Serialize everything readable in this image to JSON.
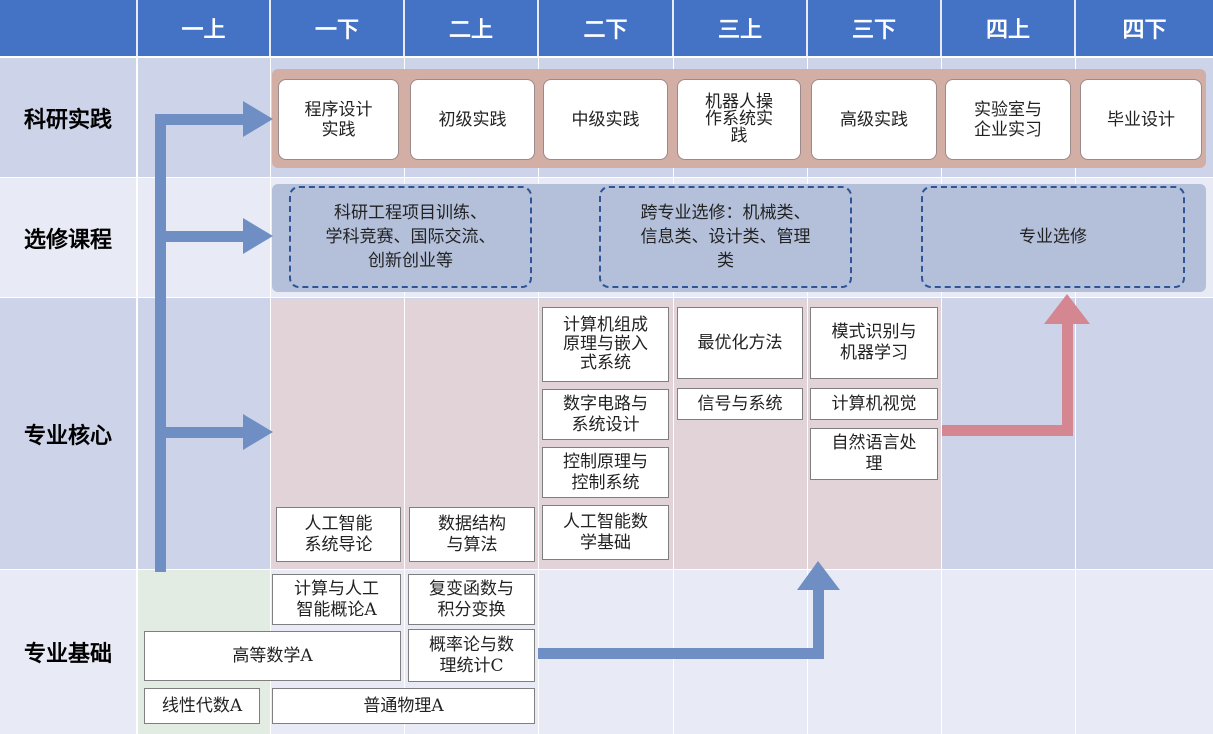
{
  "header": {
    "columns": [
      "一上",
      "一下",
      "二上",
      "二下",
      "三上",
      "三下",
      "四上",
      "四下"
    ]
  },
  "rows": {
    "research": "科研实践",
    "elective": "选修课程",
    "core": "专业核心",
    "foundation": "专业基础"
  },
  "research_courses": [
    "程序设计\n实践",
    "初级实践",
    "中级实践",
    "机器人操\n作系统实\n践",
    "高级实践",
    "实验室与\n企业实习",
    "毕业设计"
  ],
  "elective_groups": {
    "research_projects": "科研工程项目训练、\n学科竞赛、国际交流、\n创新创业等",
    "cross_major": "跨专业选修：机械类、\n信息类、设计类、管理\n类",
    "major_electives": "专业选修"
  },
  "core_courses": {
    "ai_intro": "人工智能\n系统导论",
    "data_structures": "数据结构\n与算法",
    "computer_org": "计算机组成\n原理与嵌入\n式系统",
    "digital_circuits": "数字电路与\n系统设计",
    "control": "控制原理与\n控制系统",
    "ai_math": "人工智能数\n学基础",
    "optimization": "最优化方法",
    "signals": "信号与系统",
    "pattern_recognition": "模式识别与\n机器学习",
    "computer_vision": "计算机视觉",
    "nlp": "自然语言处\n理"
  },
  "foundation_courses": {
    "computing_ai": "计算与人工\n智能概论A",
    "complex_functions": "复变函数与\n积分变换",
    "calculus": "高等数学A",
    "probability": "概率论与数\n理统计C",
    "linear_algebra": "线性代数A",
    "physics": "普通物理A"
  },
  "colors": {
    "header": "#4472c4",
    "arrow_blue": "#6f8fc4",
    "arrow_red": "#d48691",
    "dashed": "#2f5597"
  }
}
